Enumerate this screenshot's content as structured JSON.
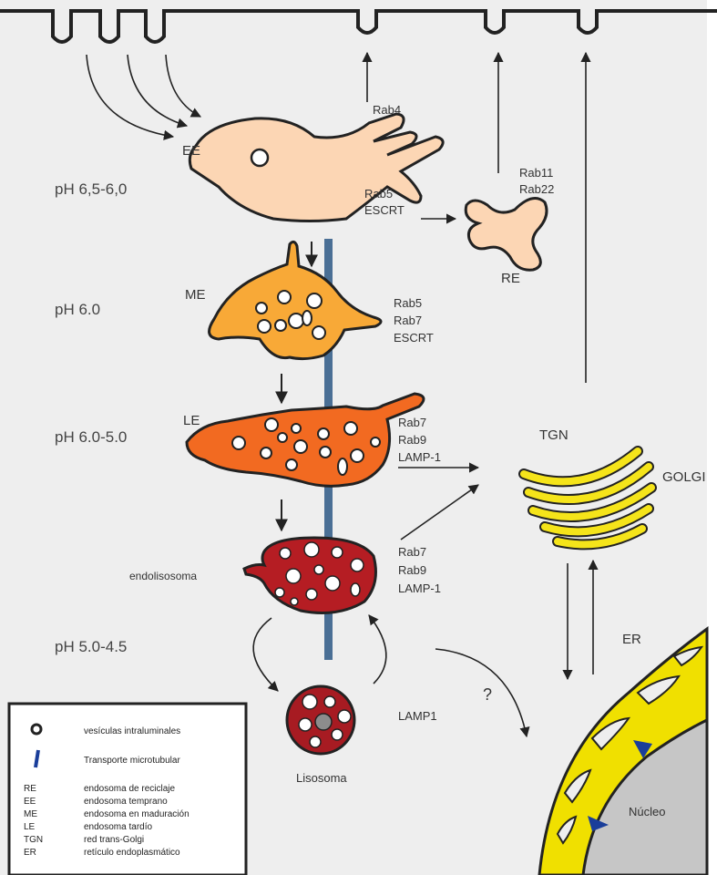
{
  "labels": {
    "ee": "EE",
    "me": "ME",
    "le": "LE",
    "re": "RE",
    "tgn": "TGN",
    "golgi": "GOLGI",
    "er": "ER",
    "endolisosoma": "endolisosoma",
    "lisosoma": "Lisosoma",
    "nucleo": "Núcleo",
    "question": "?"
  },
  "ph_levels": [
    "pH 6,5-6,0",
    "pH 6.0",
    "pH 6.0-5.0",
    "pH 5.0-4.5"
  ],
  "markers": {
    "ee_top": "Rab4",
    "ee": [
      "Rab5",
      "ESCRT"
    ],
    "re": [
      "Rab11",
      "Rab22"
    ],
    "me": [
      "Rab5",
      "Rab7",
      "ESCRT"
    ],
    "le": [
      "Rab7",
      "Rab9",
      "LAMP-1"
    ],
    "endolisosoma": [
      "Rab7",
      "Rab9",
      "LAMP-1"
    ],
    "lisosoma": "LAMP1"
  },
  "legend": {
    "vesicles": "vesículas intraluminales",
    "microtubule": "Transporte microtubular",
    "abbreviations": [
      {
        "abbr": "RE",
        "text": "endosoma de reciclaje"
      },
      {
        "abbr": "EE",
        "text": "endosoma temprano"
      },
      {
        "abbr": "ME",
        "text": "endosoma en maduración"
      },
      {
        "abbr": "LE",
        "text": "endosoma tardío"
      },
      {
        "abbr": "TGN",
        "text": "red trans-Golgi"
      },
      {
        "abbr": "ER",
        "text": "retículo endoplasmático"
      }
    ]
  },
  "colors": {
    "background": "#eeeeee",
    "ee_fill": "#fcd6b4",
    "me_fill": "#f8a937",
    "le_fill": "#f26a21",
    "endolisosoma_fill": "#b51d23",
    "lisosoma_fill": "#a71b22",
    "golgi_fill": "#f5e41a",
    "er_fill": "#f0e000",
    "microtubule": "#4a6f95",
    "nucleus": "#c6c6c6"
  }
}
